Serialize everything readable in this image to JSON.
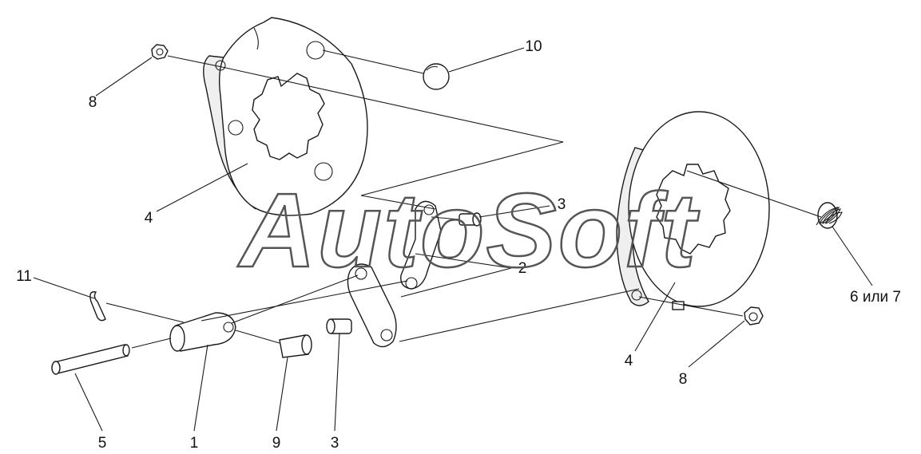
{
  "watermark": "AutoSoft",
  "callouts": [
    {
      "id": "c10",
      "text": "10"
    },
    {
      "id": "c8a",
      "text": "8"
    },
    {
      "id": "c4a",
      "text": "4"
    },
    {
      "id": "c3a",
      "text": "3"
    },
    {
      "id": "c2",
      "text": "2"
    },
    {
      "id": "c11",
      "text": "11"
    },
    {
      "id": "c67",
      "text": "6 или 7"
    },
    {
      "id": "c4b",
      "text": "4"
    },
    {
      "id": "c8b",
      "text": "8"
    },
    {
      "id": "c5",
      "text": "5"
    },
    {
      "id": "c1",
      "text": "1"
    },
    {
      "id": "c9",
      "text": "9"
    },
    {
      "id": "c3b",
      "text": "3"
    }
  ]
}
